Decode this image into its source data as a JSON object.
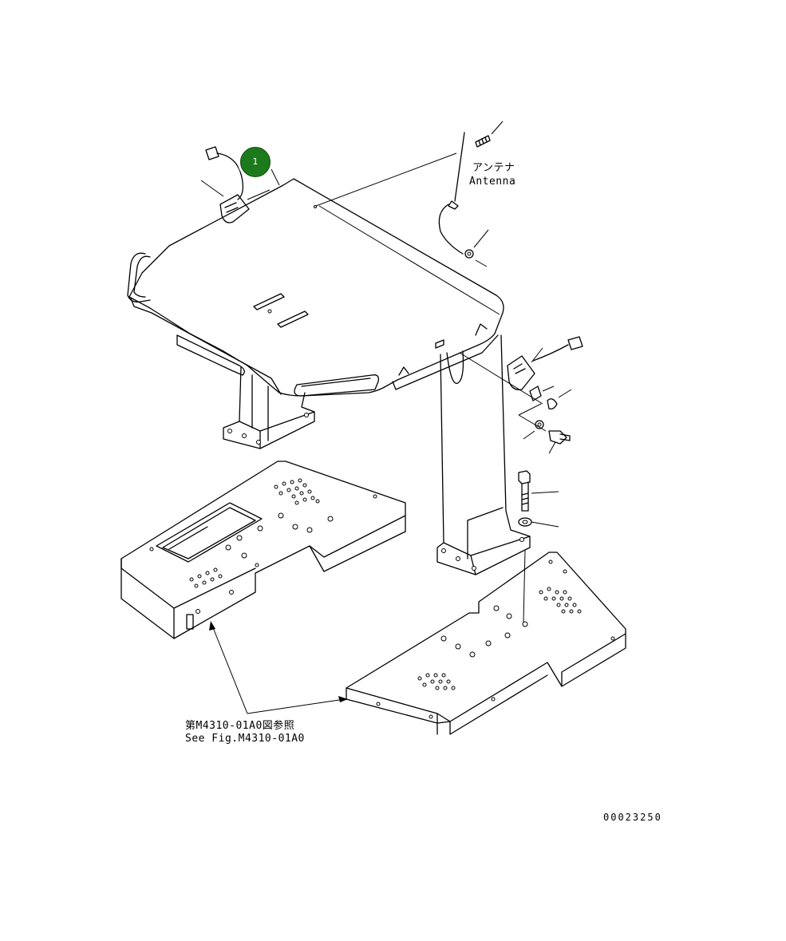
{
  "callouts": [
    {
      "number": "1",
      "color": "#1c7a1c"
    }
  ],
  "labels": {
    "antenna_jp": "アンテナ",
    "antenna_en": "Antenna",
    "ref_jp": "第M4310-01A0図参照",
    "ref_en": "See Fig.M4310-01A0",
    "drawing_number": "00023250"
  }
}
